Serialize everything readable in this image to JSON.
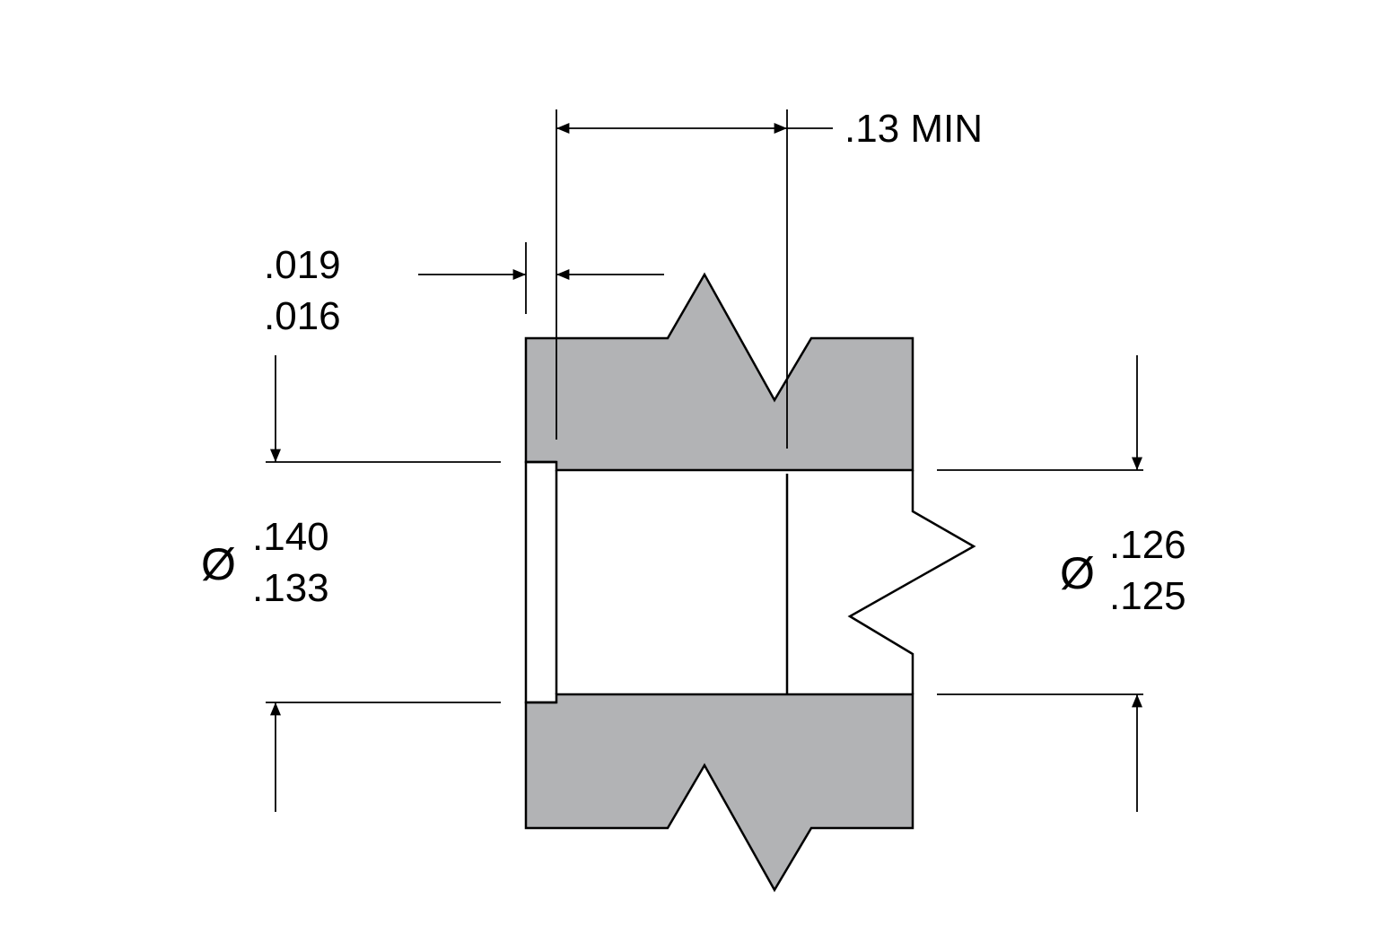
{
  "drawing": {
    "colors": {
      "part_fill": "#b2b3b5",
      "line": "#000000",
      "background": "#ffffff"
    },
    "dimensions": {
      "depth": {
        "text": ".13 MIN"
      },
      "step": {
        "upper": ".019",
        "lower": ".016"
      },
      "outer_diameter": {
        "symbol": "Ø",
        "upper": ".140",
        "lower": ".133"
      },
      "inner_diameter": {
        "symbol": "Ø",
        "upper": ".126",
        "lower": ".125"
      }
    }
  }
}
